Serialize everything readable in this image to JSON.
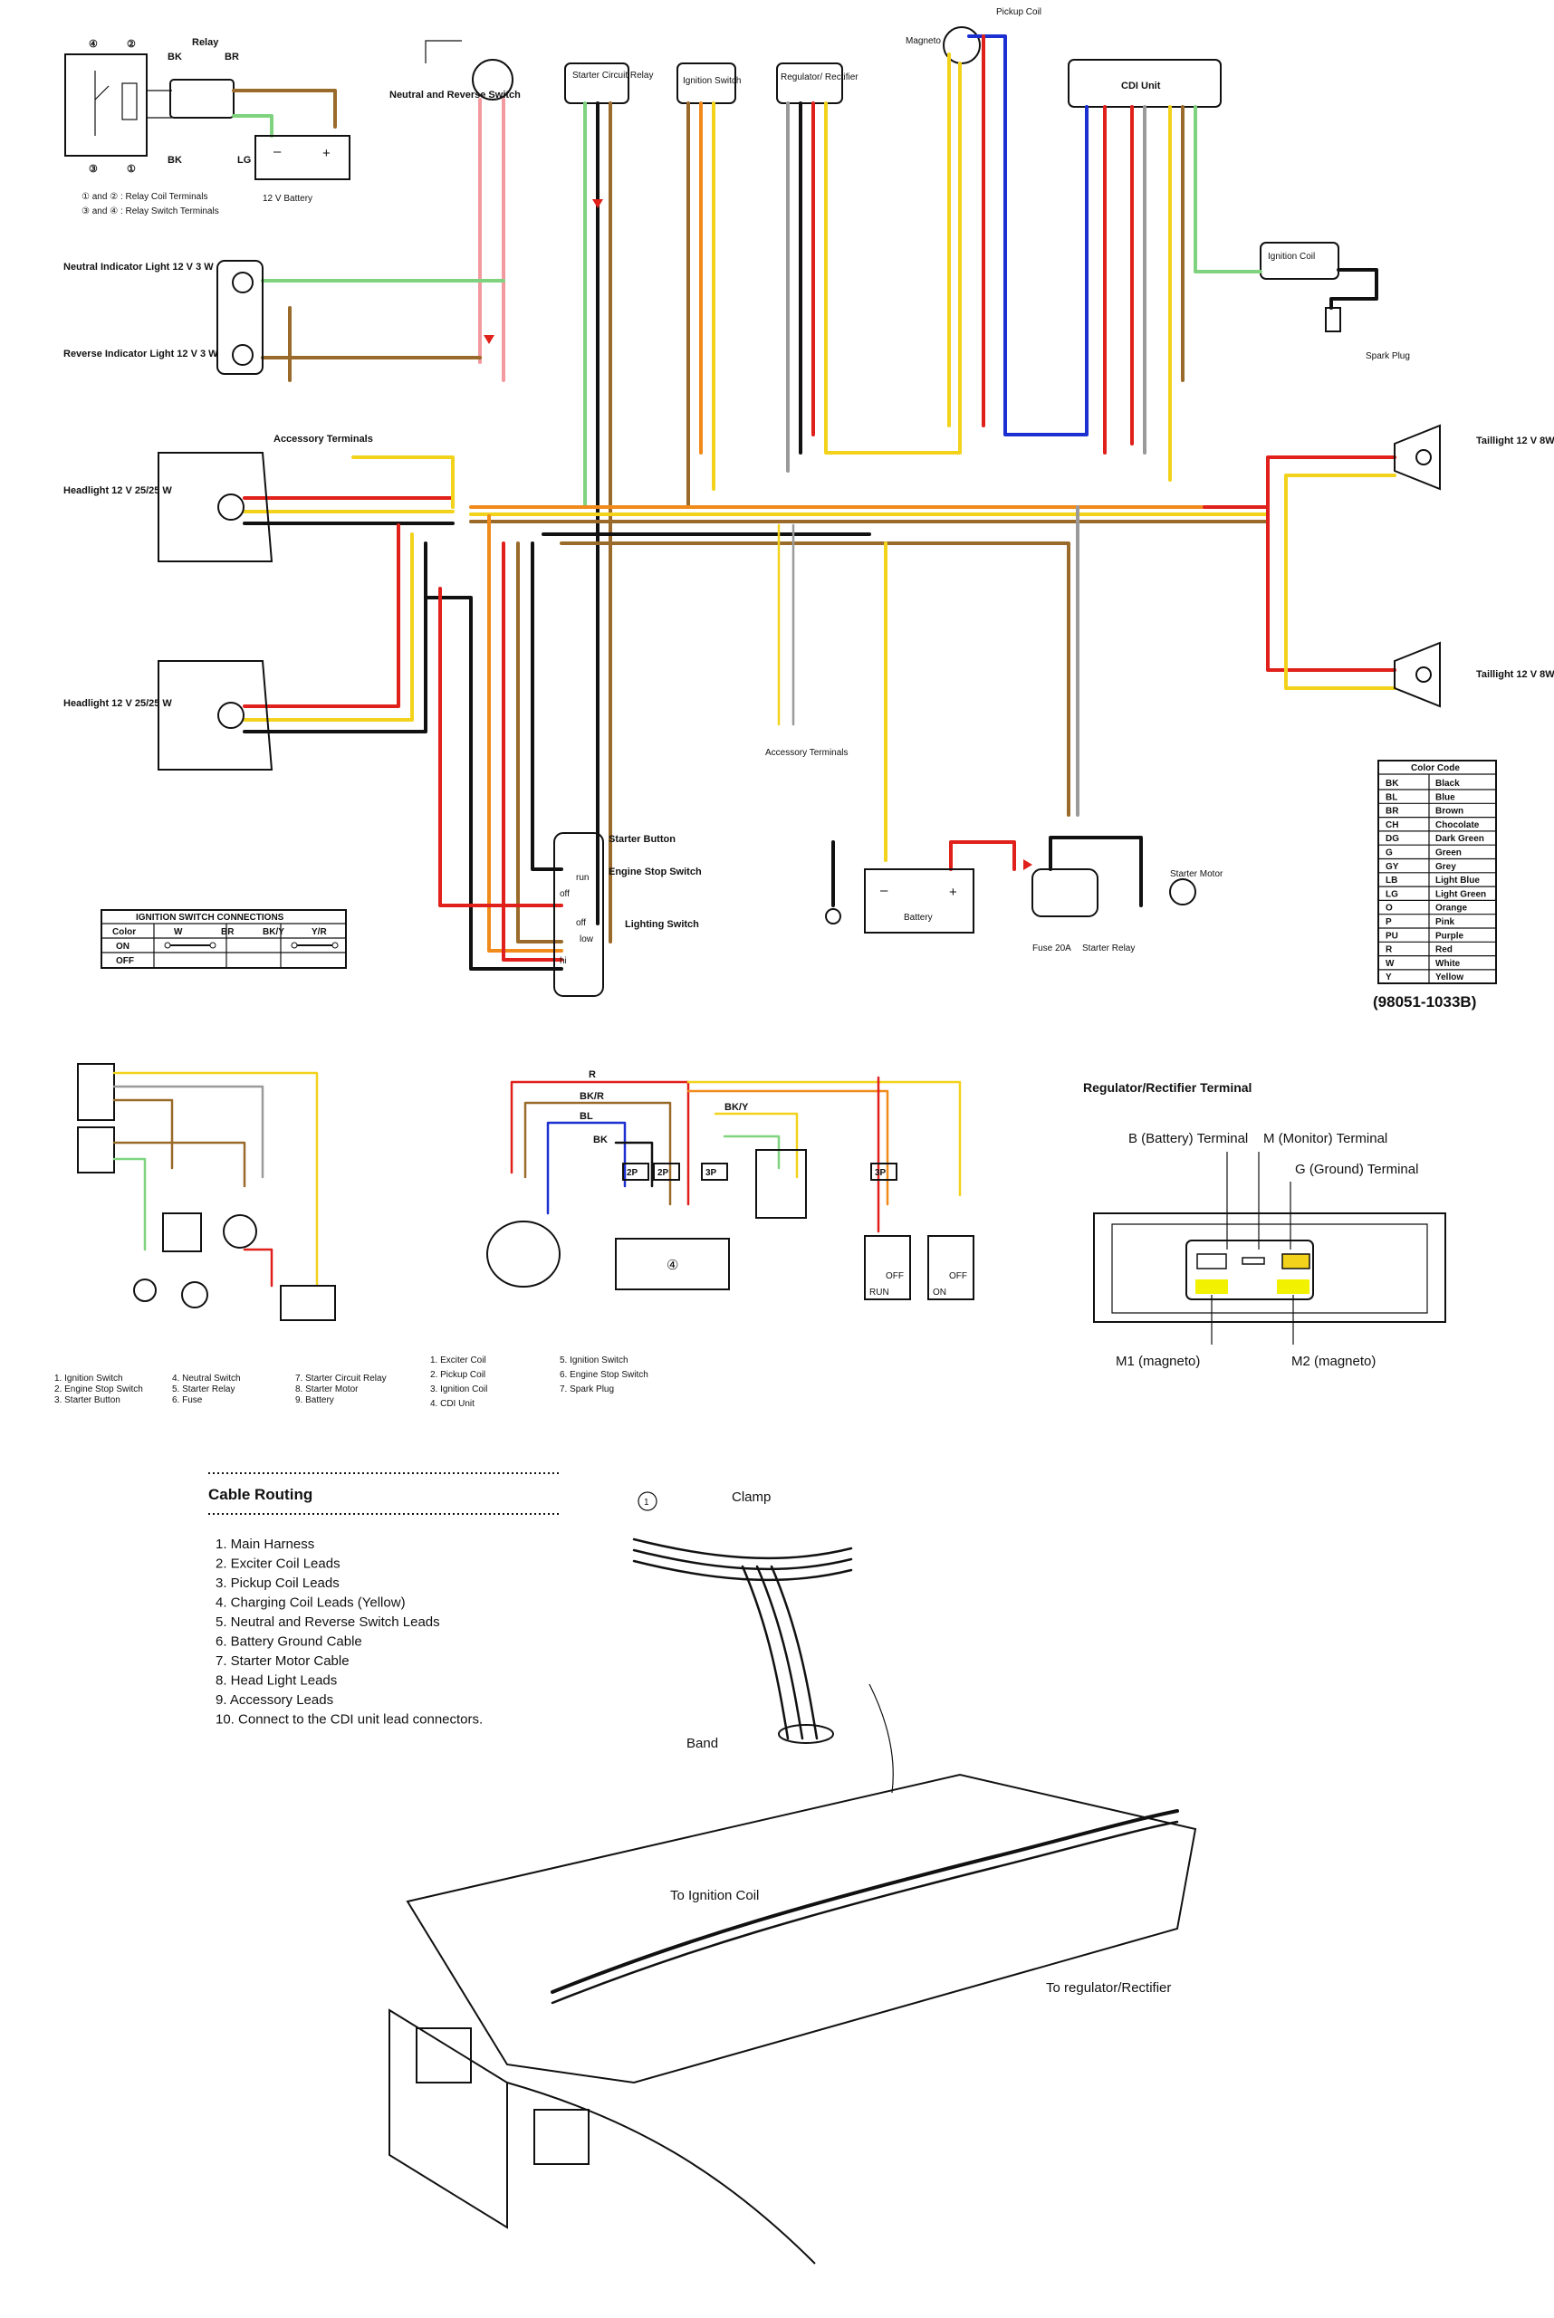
{
  "main": {
    "relay_box": {
      "label_relay": "Relay",
      "t4": "④",
      "t2": "②",
      "t3": "③",
      "t1": "①",
      "bk1": "BK",
      "br": "BR",
      "bk2": "BK",
      "lg": "LG",
      "battery": "12 V Battery",
      "note1": "① and ② : Relay Coil Terminals",
      "note2": "③ and ④ : Relay Switch Terminals"
    },
    "components": {
      "neutral_switch": "Neutral and Reverse Switch",
      "starter_relay": "Starter Circuit Relay",
      "ignition_switch": "Ignition Switch",
      "regulator": "Regulator/ Rectifier",
      "pickup_coil": "Pickup Coil",
      "magneto": "Magneto",
      "cdi_unit": "CDI Unit",
      "ignition_coil": "Ignition Coil",
      "spark_plug": "Spark Plug",
      "neutral_light": "Neutral Indicator Light 12 V 3 W",
      "reverse_light": "Reverse Indicator Light 12 V 3 W",
      "accessory_terminals": "Accessory Terminals",
      "accessory_terminals_2": "Accessory Terminals",
      "headlight1": "Headlight 12 V 25/25 W",
      "headlight2": "Headlight 12 V 25/25 W",
      "taillight1": "Taillight 12 V 8W",
      "taillight2": "Taillight 12 V 8W",
      "starter_button": "Starter Button",
      "engine_stop": "Engine Stop Switch",
      "lighting_switch": "Lighting Switch",
      "run": "run",
      "off": "off",
      "off2": "off",
      "low": "low",
      "hi": "hi",
      "battery": "Battery",
      "fuse": "Fuse 20A",
      "starter_relay2": "Starter Relay",
      "starter_motor": "Starter Motor",
      "part_number": "(98051-1033B)"
    },
    "ignition_table": {
      "title": "IGNITION SWITCH CONNECTIONS",
      "headers": [
        "Color",
        "W",
        "BR",
        "BK/Y",
        "Y/R"
      ],
      "rows": [
        [
          "ON",
          "",
          "",
          "",
          ""
        ],
        [
          "OFF",
          "",
          "",
          "",
          ""
        ]
      ]
    },
    "color_code": {
      "title": "Color Code",
      "rows": [
        [
          "BK",
          "Black"
        ],
        [
          "BL",
          "Blue"
        ],
        [
          "BR",
          "Brown"
        ],
        [
          "CH",
          "Chocolate"
        ],
        [
          "DG",
          "Dark Green"
        ],
        [
          "G",
          "Green"
        ],
        [
          "GY",
          "Grey"
        ],
        [
          "LB",
          "Light Blue"
        ],
        [
          "LG",
          "Light Green"
        ],
        [
          "O",
          "Orange"
        ],
        [
          "P",
          "Pink"
        ],
        [
          "PU",
          "Purple"
        ],
        [
          "R",
          "Red"
        ],
        [
          "W",
          "White"
        ],
        [
          "Y",
          "Yellow"
        ]
      ]
    }
  },
  "sub_starter": {
    "legend": [
      "1. Ignition Switch",
      "2. Engine Stop Switch",
      "3. Starter Button",
      "4. Neutral Switch",
      "5. Starter Relay",
      "6. Fuse",
      "7. Starter Circuit Relay",
      "8. Starter Motor",
      "9. Battery"
    ]
  },
  "sub_ignition": {
    "wire_labels": {
      "r": "R",
      "bkr": "BK/R",
      "bl": "BL",
      "bk": "BK",
      "bky": "BK/Y"
    },
    "connectors": {
      "c1": "2P",
      "c2": "2P",
      "c3": "3P",
      "c4": "3P"
    },
    "run": "RUN",
    "off1": "OFF",
    "on": "ON",
    "off2": "OFF",
    "legend": [
      "1. Exciter Coil",
      "2. Pickup Coil",
      "3. Ignition Coil",
      "4. CDI Unit",
      "5. Ignition Switch",
      "6. Engine Stop Switch",
      "7. Spark Plug"
    ]
  },
  "regulator_terminal": {
    "title": "Regulator/Rectifier Terminal",
    "b_terminal": "B (Battery) Terminal",
    "m_terminal": "M (Monitor) Terminal",
    "g_terminal": "G (Ground) Terminal",
    "m1": "M1 (magneto)",
    "m2": "M2 (magneto)"
  },
  "cable_routing": {
    "title": "Cable Routing",
    "items": [
      "1. Main Harness",
      "2. Exciter Coil Leads",
      "3. Pickup Coil Leads",
      "4. Charging Coil Leads (Yellow)",
      "5. Neutral and Reverse Switch Leads",
      "6. Battery Ground Cable",
      "7. Starter Motor Cable",
      "8. Head Light Leads",
      "9. Accessory Leads",
      "10. Connect to the CDI unit lead connectors."
    ],
    "clamp": "Clamp",
    "band": "Band",
    "to_ignition_coil": "To Ignition Coil",
    "to_regulator": "To regulator/Rectifier"
  },
  "colors": {
    "red": "#e0201a",
    "yellow": "#f2d21b",
    "green": "#7fd37f",
    "brown": "#9a6a2a",
    "blue": "#1c2fd0",
    "orange": "#f08a1a",
    "pink": "#f39aa0",
    "grey": "#9a9a9a",
    "black": "#111111"
  }
}
